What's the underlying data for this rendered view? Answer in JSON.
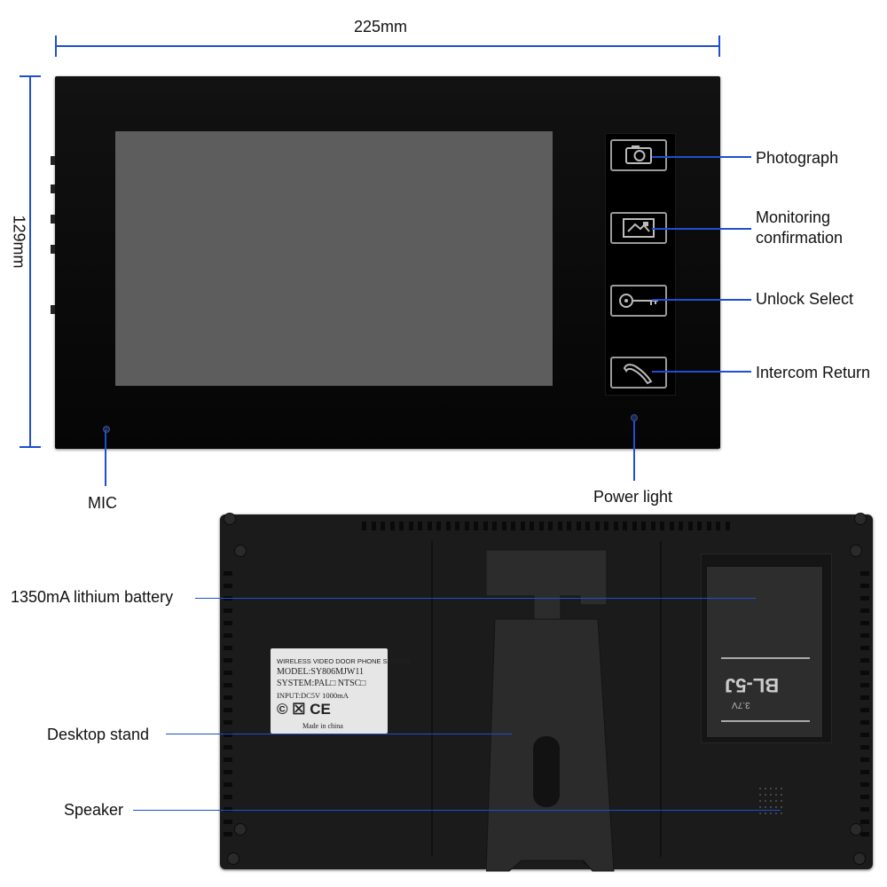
{
  "dimensions": {
    "width_label": "225mm",
    "height_label": "129mm"
  },
  "front_callouts": {
    "photograph": "Photograph",
    "monitoring_line1": "Monitoring",
    "monitoring_line2": "confirmation",
    "unlock": "Unlock Select",
    "intercom": "Intercom Return",
    "mic": "MIC",
    "power_light": "Power light"
  },
  "back_callouts": {
    "battery": "1350mA lithium battery",
    "stand": "Desktop stand",
    "speaker": "Speaker"
  },
  "sticker": {
    "line1": "WIRELESS VIDEO DOOR PHONE SYSTEM",
    "line2": "MODEL:SY806MJW11",
    "line3": "SYSTEM:PAL□  NTSC□",
    "line4": "INPUT:DC5V 1000mA",
    "marks": "© ☒ CE",
    "line5": "Made in china"
  },
  "battery_label": {
    "model": "BL-5J",
    "voltage": "3.7V"
  },
  "colors": {
    "callout_line": "#1f4fd0",
    "device": "#0a0a0a",
    "screen": "#5d5d5d"
  }
}
